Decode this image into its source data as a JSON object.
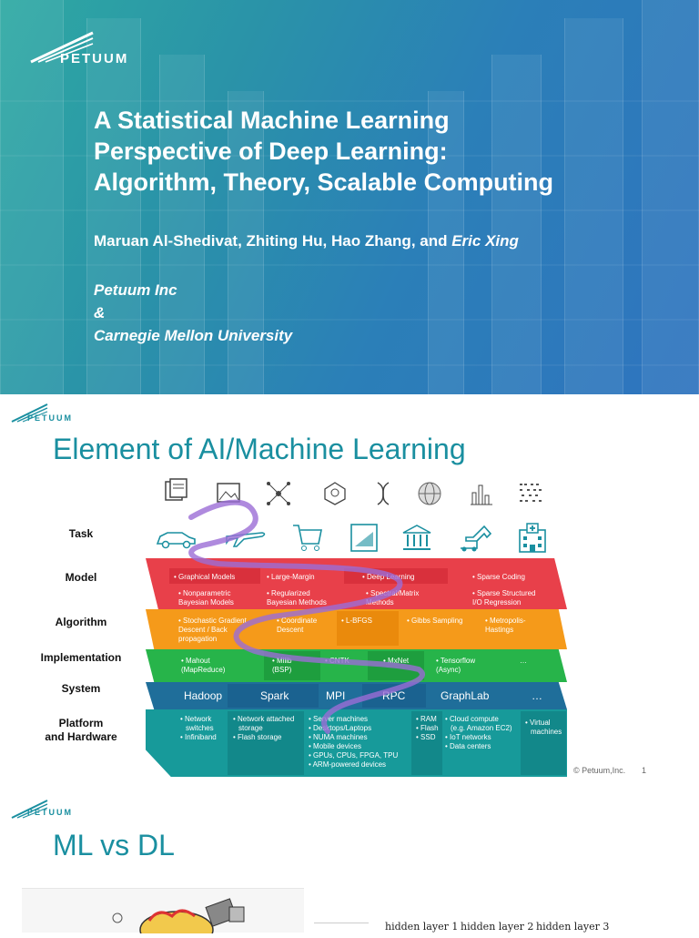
{
  "slide1": {
    "logo": "PETUUM",
    "title_lines": [
      "A Statistical Machine Learning",
      "Perspective of Deep Learning:",
      "Algorithm, Theory, Scalable Computing"
    ],
    "authors_prefix": "Maruan Al-Shedivat, Zhiting Hu, Hao Zhang, and ",
    "authors_emph": "Eric Xing",
    "affil1": "Petuum Inc",
    "amp": "&",
    "affil2": "Carnegie Mellon University"
  },
  "slide2": {
    "logo": "PETUUM",
    "title": "Element of AI/Machine Learning",
    "rows": {
      "task": "Task",
      "model": "Model",
      "algorithm": "Algorithm",
      "implementation": "Implementation",
      "system": "System",
      "platform_l1": "Platform",
      "platform_l2": "and Hardware"
    },
    "model_top": [
      "• Graphical Models",
      "• Large-Margin",
      "• Deep Learning",
      "• Sparse Coding"
    ],
    "model_bottom": [
      [
        "• Nonparametric",
        "Bayesian Models"
      ],
      [
        "• Regularized",
        "Bayesian Methods"
      ],
      [
        "• Spectral/Matrix",
        "Methods"
      ],
      [
        "• Sparse Structured",
        "I/O Regression"
      ]
    ],
    "algorithm": [
      [
        "• Stochastic Gradient",
        "Descent / Back",
        "propagation"
      ],
      [
        "• Coordinate",
        "Descent"
      ],
      [
        "• L-BFGS"
      ],
      [
        "• Gibbs Sampling"
      ],
      [
        "• Metropolis-",
        "Hastings"
      ]
    ],
    "implementation": [
      [
        "• Mahout",
        "(MapReduce)"
      ],
      [
        "• Mllib",
        "(BSP)"
      ],
      [
        "• CNTK"
      ],
      [
        "• MxNet"
      ],
      [
        "• Tensorflow",
        "(Async)"
      ],
      [
        "…"
      ]
    ],
    "system": [
      "Hadoop",
      "Spark",
      "MPI",
      "RPC",
      "GraphLab",
      "…"
    ],
    "platform": [
      [
        "• Network",
        "switches",
        "• Infiniband"
      ],
      [
        "• Network attached",
        "storage",
        "• Flash storage"
      ],
      [
        "• Server machines",
        "• Desktops/Laptops",
        "• NUMA machines",
        "• Mobile devices",
        "• GPUs, CPUs, FPGA, TPU",
        "• ARM-powered devices"
      ],
      [
        "• RAM",
        "• Flash",
        "• SSD"
      ],
      [
        "• Cloud compute",
        "(e.g. Amazon EC2)",
        "• IoT networks",
        "• Data centers"
      ],
      [
        "• Virtual",
        "machines"
      ]
    ],
    "footer_copy": "© Petuum,Inc.",
    "page_num": "1",
    "colors": {
      "model": "#e8404a",
      "algorithm": "#f59a1a",
      "implementation": "#27b44a",
      "system": "#1f6e9a",
      "platform": "#179a9a",
      "title": "#1a8fa0"
    },
    "task_icons_top": [
      "documents-icon",
      "image-icon",
      "network-icon",
      "social-graph-icon",
      "dna-icon",
      "globe-icon",
      "bar-chart-icon",
      "binary-data-icon"
    ],
    "task_icons_bottom": [
      "car-icon",
      "airplane-icon",
      "shopping-cart-icon",
      "solar-panel-icon",
      "bank-icon",
      "excavator-icon",
      "hospital-icon"
    ]
  },
  "slide3": {
    "logo": "PETUUM",
    "title": "ML vs DL",
    "layers": [
      "hidden layer 1",
      "hidden layer 2",
      "hidden layer 3"
    ]
  }
}
